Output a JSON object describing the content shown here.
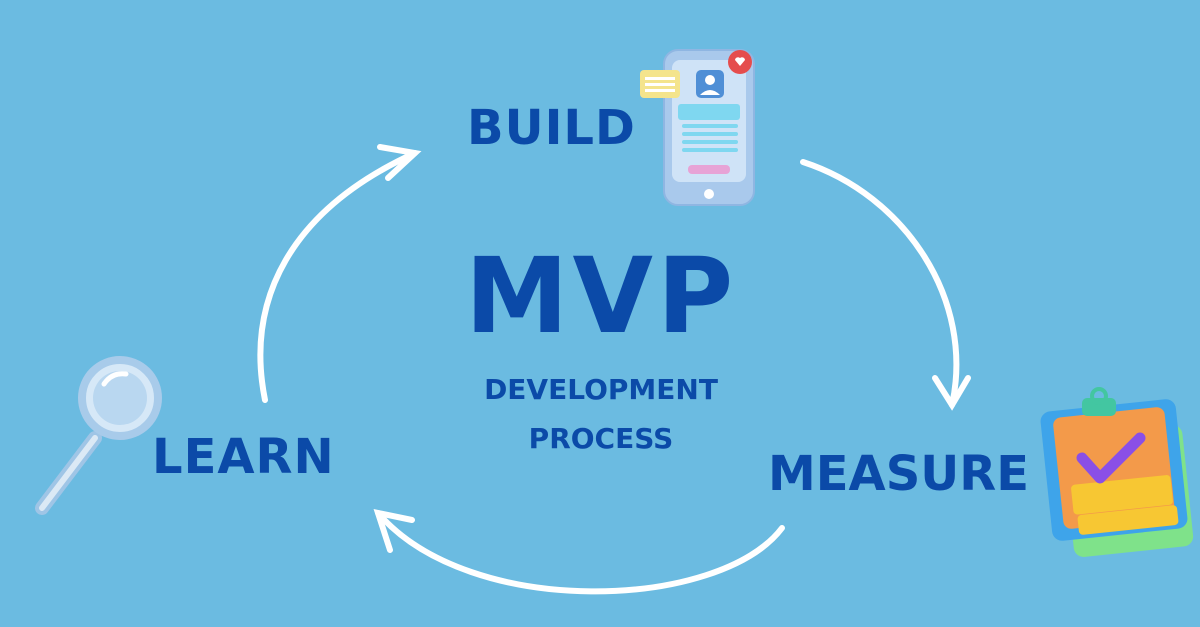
{
  "diagram": {
    "title": "MVP",
    "subtitle_line1": "DEVELOPMENT",
    "subtitle_line2": "PROCESS",
    "steps": {
      "build": "BUILD",
      "measure": "MEASURE",
      "learn": "LEARN"
    }
  },
  "colors": {
    "background": "#6bbbe1",
    "text": "#0b4aa8",
    "arrows": "#ffffff"
  },
  "icons": {
    "build": "smartphone-profile-icon",
    "measure": "clipboard-checkmark-icon",
    "learn": "magnifying-glass-icon"
  }
}
